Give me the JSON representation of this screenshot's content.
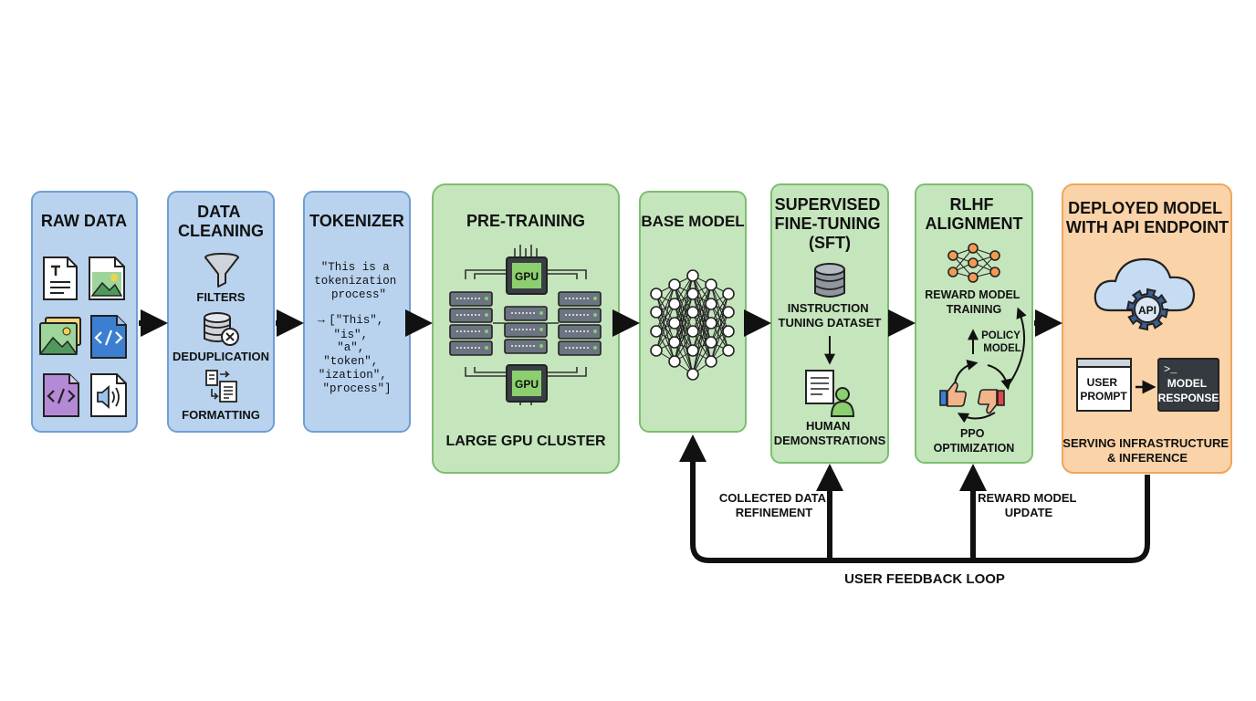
{
  "colors": {
    "blue_fill": "#b9d3ef",
    "blue_stroke": "#6f9fd3",
    "green_fill": "#c5e5bd",
    "green_stroke": "#7cbf6f",
    "orange_fill": "#fbd3a9",
    "orange_stroke": "#f0a55a",
    "ink": "#111111"
  },
  "stages": {
    "raw_data": {
      "title": "RAW DATA"
    },
    "data_cleaning": {
      "title": [
        "DATA",
        "CLEANING"
      ],
      "items": [
        "FILTERS",
        "DEDUPLICATION",
        "FORMATTING"
      ]
    },
    "tokenizer": {
      "title": "TOKENIZER",
      "input": [
        "\"This is a",
        "tokenization",
        "process\""
      ],
      "arrow": "→",
      "output": [
        "[\"This\",",
        "\"is\",",
        "\"a\",",
        "\"token\",",
        "\"ization\",",
        "\"process\"]"
      ]
    },
    "pre_training": {
      "title": "PRE-TRAINING",
      "caption": "LARGE GPU CLUSTER",
      "chip_label": "GPU"
    },
    "base_model": {
      "title": "BASE MODEL"
    },
    "sft": {
      "title": [
        "SUPERVISED",
        "FINE-TUNING",
        "(SFT)"
      ],
      "dataset": [
        "INSTRUCTION",
        "TUNING DATASET"
      ],
      "demos": [
        "HUMAN",
        "DEMONSTRATIONS"
      ]
    },
    "rlhf": {
      "title": [
        "RLHF",
        "ALIGNMENT"
      ],
      "reward": [
        "REWARD MODEL",
        "TRAINING"
      ],
      "policy": [
        "POLICY",
        "MODEL"
      ],
      "ppo": [
        "PPO",
        "OPTIMIZATION"
      ]
    },
    "deployed": {
      "title": [
        "DEPLOYED MODEL",
        "WITH API ENDPOINT"
      ],
      "api": "API",
      "prompt": [
        "USER",
        "PROMPT"
      ],
      "terminal": ">_",
      "response": [
        "MODEL",
        "RESPONSE"
      ],
      "caption": [
        "SERVING INFRASTRUCTURE",
        "& INFERENCE"
      ]
    }
  },
  "feedback": {
    "collected": [
      "COLLECTED DATA",
      "REFINEMENT"
    ],
    "reward_update": [
      "REWARD MODEL",
      "UPDATE"
    ],
    "loop": "USER FEEDBACK LOOP"
  }
}
